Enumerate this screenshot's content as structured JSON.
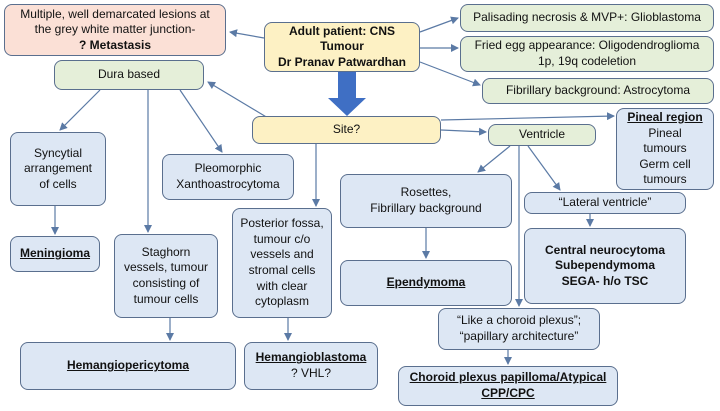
{
  "nodes": {
    "metastasis": {
      "line1": "Multiple, well demarcated lesions at",
      "line2": "the grey white matter junction-",
      "line3": "? Metastasis"
    },
    "root": {
      "line1": "Adult patient: CNS",
      "line2": "Tumour",
      "line3": "Dr Pranav Patwardhan"
    },
    "glioblastoma": {
      "text": "Palisading necrosis & MVP+: Glioblastoma"
    },
    "oligo": {
      "line1": "Fried egg appearance: Oligodendroglioma",
      "line2": "1p, 19q codeletion"
    },
    "astrocytoma": {
      "text": "Fibrillary background: Astrocytoma"
    },
    "dura": {
      "text": "Dura based"
    },
    "site": {
      "text": "Site?"
    },
    "ventricle": {
      "text": "Ventricle"
    },
    "pineal": {
      "title": "Pineal region",
      "line1": "Pineal",
      "line2": "tumours",
      "line3": "Germ cell",
      "line4": "tumours"
    },
    "syncytial": {
      "line1": "Syncytial",
      "line2": "arrangement",
      "line3": "of cells"
    },
    "pleomorphic": {
      "line1": "Pleomorphic",
      "line2": "Xanthoastrocytoma"
    },
    "rosettes": {
      "line1": "Rosettes,",
      "line2": "Fibrillary background"
    },
    "lateral": {
      "text": "“Lateral ventricle”"
    },
    "posterior": {
      "line1": "Posterior fossa,",
      "line2": "tumour c/o",
      "line3": "vessels and",
      "line4": "stromal cells",
      "line5": "with clear",
      "line6": "cytoplasm"
    },
    "staghorn": {
      "line1": "Staghorn",
      "line2": "vessels, tumour",
      "line3": "consisting of",
      "line4": "tumour cells"
    },
    "meningioma": {
      "text": "Meningioma"
    },
    "ependymoma": {
      "text": "Ependymoma"
    },
    "central": {
      "line1": "Central neurocytoma",
      "line2": "Subependymoma",
      "line3": "SEGA- h/o TSC"
    },
    "choroid_hint": {
      "line1": "“Like a choroid plexus”;",
      "line2": "“papillary architecture”"
    },
    "hemangiopericytoma": {
      "text": "Hemangiopericytoma"
    },
    "hemangioblastoma": {
      "line1": "Hemangioblastoma",
      "line2": "? VHL?"
    },
    "choroid": {
      "line1": "Choroid plexus papilloma/Atypical",
      "line2": "CPP/CPC"
    }
  },
  "colors": {
    "arrow": "#5b7aa5",
    "big_arrow": "#3f6fc4",
    "border": "#5a6f8e",
    "pink": "#fbe0d6",
    "yellow": "#fdf1c4",
    "green": "#e5efd9",
    "blue": "#dde7f4"
  }
}
